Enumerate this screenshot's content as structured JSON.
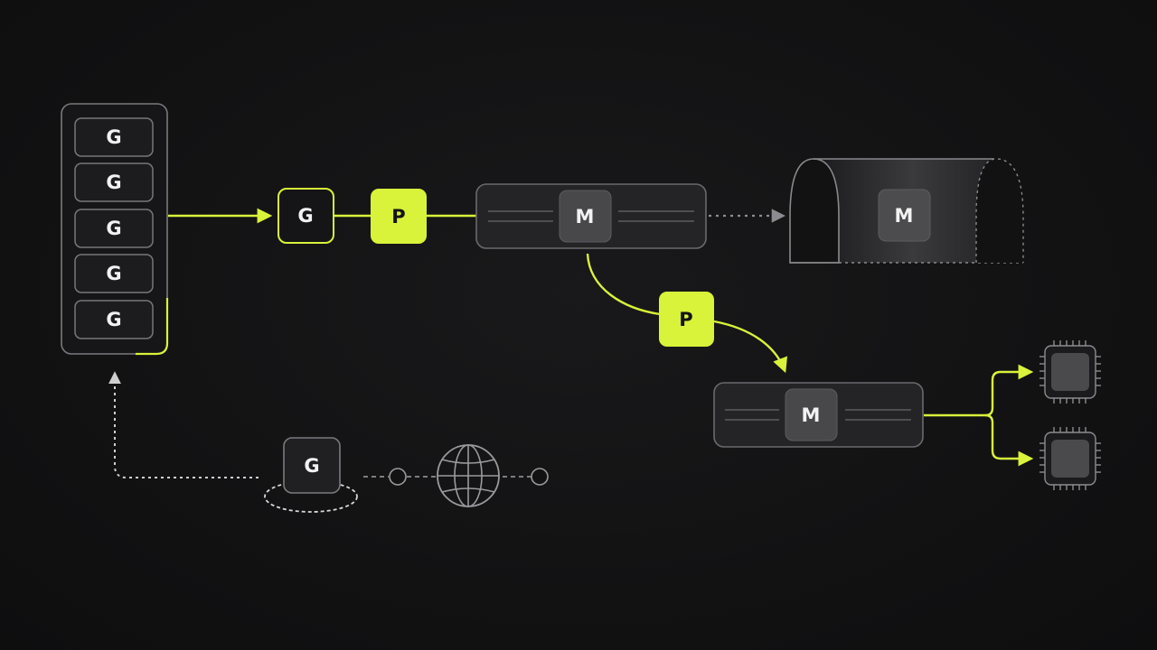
{
  "queue": {
    "items": [
      "G",
      "G",
      "G",
      "G",
      "G"
    ]
  },
  "goroutine": {
    "label": "G"
  },
  "processor_top": {
    "label": "P"
  },
  "thread_top": {
    "label": "M"
  },
  "thread_tunnel": {
    "label": "M"
  },
  "processor_bottom": {
    "label": "P"
  },
  "thread_bottom": {
    "label": "M"
  },
  "network_goroutine": {
    "label": "G"
  },
  "icons": [
    "globe-icon",
    "cpu-chip-icon",
    "cpu-chip-icon"
  ],
  "colors": {
    "accent": "#d9f23a",
    "background": "#121213",
    "box_fill": "#232325",
    "box_stroke": "#6a6a6e",
    "inner_fill": "#48484b",
    "dotted": "#9a9a9e"
  }
}
